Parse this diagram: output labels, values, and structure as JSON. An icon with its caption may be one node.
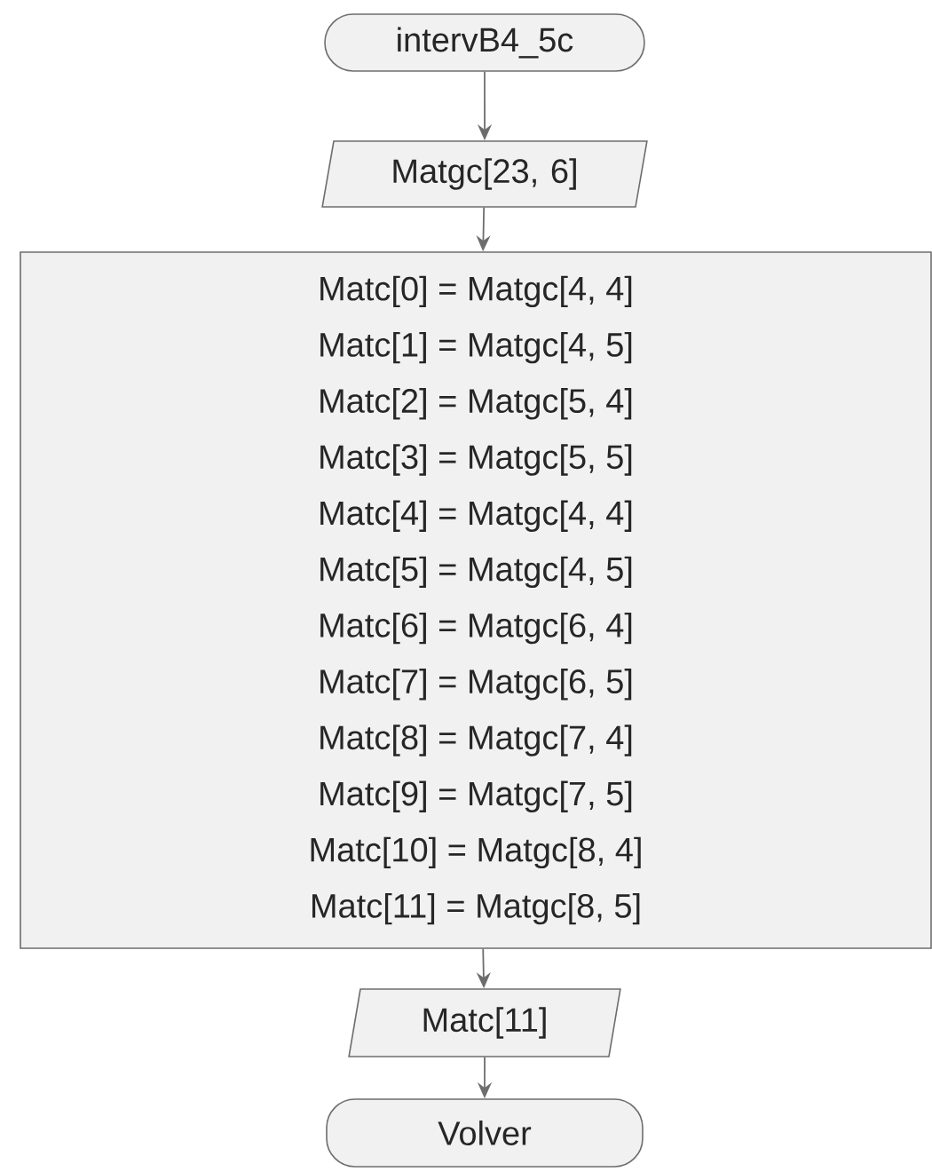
{
  "diagram": {
    "nodes": [
      {
        "text": [
          "intervB4_5c"
        ]
      },
      {
        "text": [
          "Matgc[23, 6]"
        ]
      },
      {
        "text": [
          "Matc[0] = Matgc[4, 4]",
          "Matc[1] = Matgc[4,  5]",
          "Matc[2] = Matgc[5, 4]",
          "Matc[3] = Matgc[5, 5]",
          "Matc[4] = Matgc[4, 4]",
          "Matc[5] = Matgc[4, 5]",
          "Matc[6] = Matgc[6, 4]",
          "Matc[7] = Matgc[6, 5]",
          "Matc[8] = Matgc[7, 4]",
          "Matc[9] = Matgc[7, 5]",
          "Matc[10] = Matgc[8, 4]",
          "Matc[11] = Matgc[8, 5]"
        ]
      },
      {
        "text": [
          "Matc[11]"
        ]
      },
      {
        "text": [
          "Volver"
        ]
      }
    ],
    "edges": [
      {
        "from": 0,
        "to": 1,
        "arrow": "to"
      },
      {
        "from": 1,
        "to": 2,
        "arrow": "to"
      },
      {
        "from": 2,
        "to": 3,
        "arrow": "to"
      },
      {
        "from": 3,
        "to": 4,
        "arrow": "to"
      }
    ]
  }
}
